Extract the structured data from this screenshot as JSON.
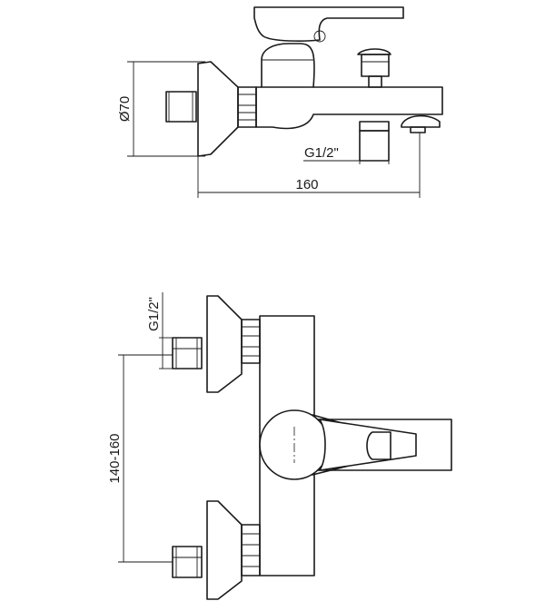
{
  "dimensions": {
    "diameter_label": "Ø70",
    "thread_top_label": "G1/2\"",
    "width_label": "160",
    "thread_side_label": "G1/2\"",
    "spacing_label": "140-160"
  },
  "colors": {
    "line": "#1a1a1a",
    "background": "#ffffff"
  }
}
